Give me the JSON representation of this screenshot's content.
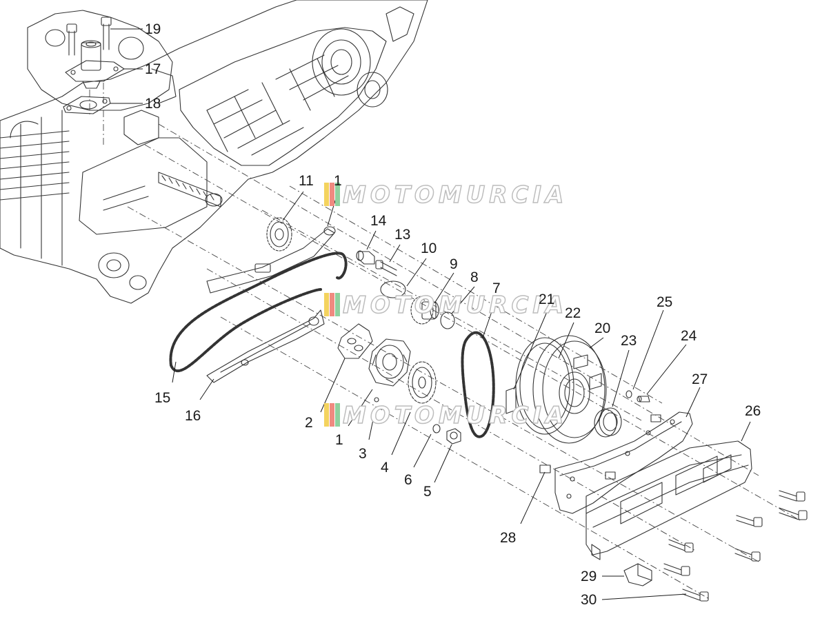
{
  "watermark": {
    "text": "MOTOMURCIA",
    "colors": [
      "#f4d35e",
      "#f08a80",
      "#8fd19e"
    ]
  },
  "callouts": [
    {
      "id": "1",
      "text": "1"
    },
    {
      "id": "2",
      "text": "2"
    },
    {
      "id": "3",
      "text": "3"
    },
    {
      "id": "4",
      "text": "4"
    },
    {
      "id": "5",
      "text": "5"
    },
    {
      "id": "6",
      "text": "6"
    },
    {
      "id": "7",
      "text": "7"
    },
    {
      "id": "8",
      "text": "8"
    },
    {
      "id": "9",
      "text": "9"
    },
    {
      "id": "10",
      "text": "10"
    },
    {
      "id": "11",
      "text": "11"
    },
    {
      "id": "13",
      "text": "13"
    },
    {
      "id": "14",
      "text": "14"
    },
    {
      "id": "15",
      "text": "15"
    },
    {
      "id": "16",
      "text": "16"
    },
    {
      "id": "17",
      "text": "17"
    },
    {
      "id": "18",
      "text": "18"
    },
    {
      "id": "19",
      "text": "19"
    },
    {
      "id": "20",
      "text": "20"
    },
    {
      "id": "21",
      "text": "21"
    },
    {
      "id": "22",
      "text": "22"
    },
    {
      "id": "23",
      "text": "23"
    },
    {
      "id": "24",
      "text": "24"
    },
    {
      "id": "25",
      "text": "25"
    },
    {
      "id": "26",
      "text": "26"
    },
    {
      "id": "27",
      "text": "27"
    },
    {
      "id": "28",
      "text": "28"
    },
    {
      "id": "29",
      "text": "29"
    },
    {
      "id": "30",
      "text": "30"
    }
  ]
}
